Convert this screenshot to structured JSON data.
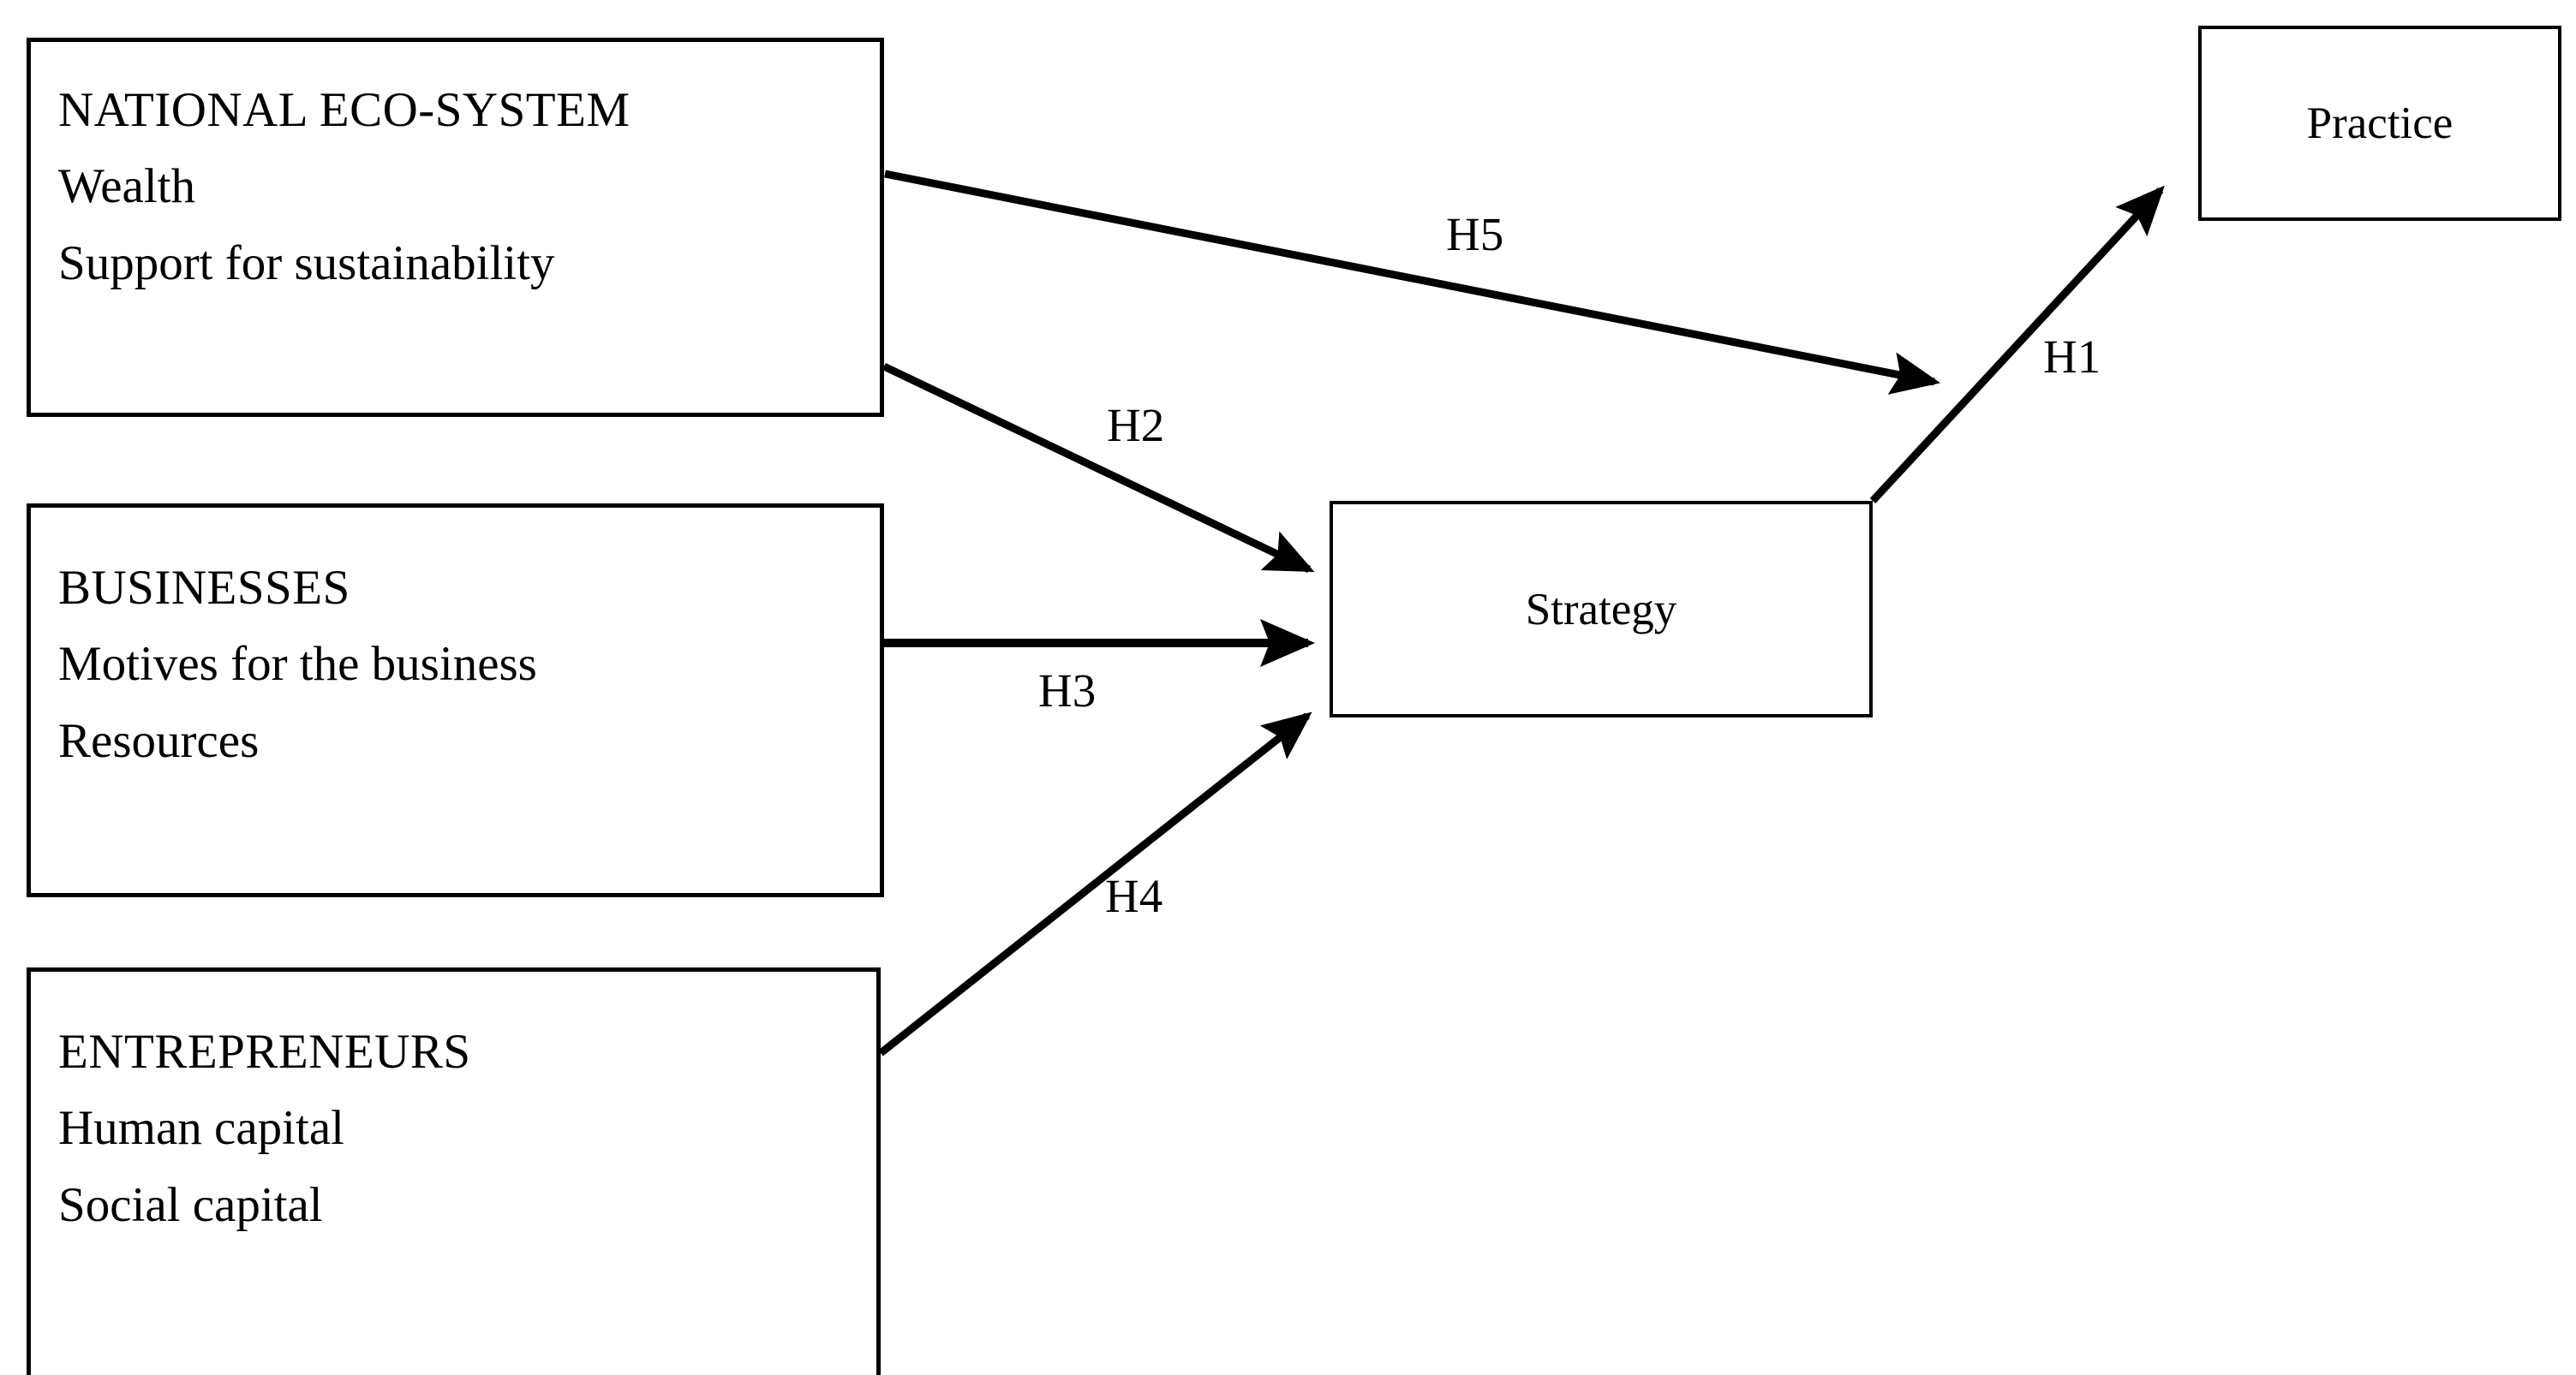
{
  "diagram": {
    "title_visible": false,
    "background_color": "#ffffff",
    "stroke_color": "#000000",
    "nodes": [
      {
        "id": "national-eco-system",
        "title": "NATIONAL ECO-SYSTEM",
        "items": [
          "Wealth",
          "Support for sustainability"
        ]
      },
      {
        "id": "businesses",
        "title": "BUSINESSES",
        "items": [
          "Motives for the business",
          "Resources"
        ]
      },
      {
        "id": "entrepreneurs",
        "title": "ENTREPRENEURS",
        "items": [
          "Human capital",
          "Social capital"
        ]
      },
      {
        "id": "strategy",
        "label": "Strategy"
      },
      {
        "id": "practice",
        "label": "Practice"
      }
    ],
    "edges": [
      {
        "id": "h5",
        "label": "H5",
        "from": "national-eco-system",
        "to": "practice-arrow-region"
      },
      {
        "id": "h2",
        "label": "H2",
        "from": "national-eco-system",
        "to": "strategy"
      },
      {
        "id": "h3",
        "label": "H3",
        "from": "businesses",
        "to": "strategy"
      },
      {
        "id": "h4",
        "label": "H4",
        "from": "entrepreneurs",
        "to": "strategy"
      },
      {
        "id": "h1",
        "label": "H1",
        "from": "strategy",
        "to": "practice"
      }
    ]
  }
}
